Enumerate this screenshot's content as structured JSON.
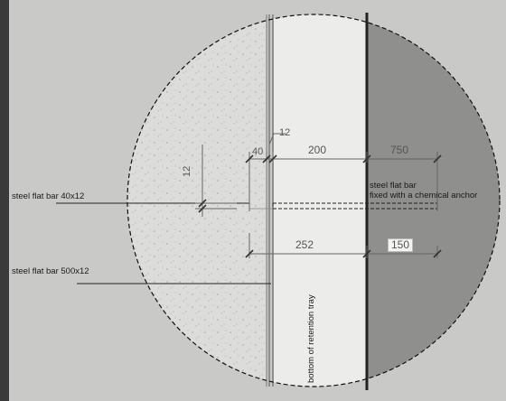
{
  "labels": {
    "flat_bar_40x12": "steel flat bar 40x12",
    "flat_bar_500x12": "steel flat bar 500x12",
    "chem_anchor_line1": "steel flat bar",
    "chem_anchor_line2": "fixed with a chemical anchor",
    "retention_tray": "bottom of  retention tray"
  },
  "dimensions": {
    "d12_top": "12",
    "d40": "40",
    "d200": "200",
    "d750": "750",
    "d12_vertical": "12",
    "d252": "252",
    "d150": "150"
  },
  "colors": {
    "background": "#c9c9c7",
    "concrete_fill": "#dcdcda",
    "dark_panel": "#8f8f8d",
    "line": "#222222",
    "dim_line": "#666666"
  }
}
